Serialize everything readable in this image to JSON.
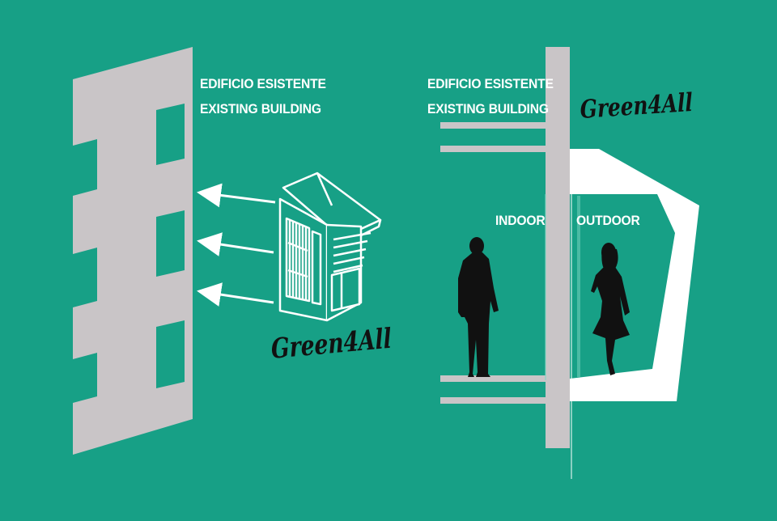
{
  "left_panel": {
    "building_label_it": "EDIFICIO ESISTENTE",
    "building_label_en": "EXISTING BUILDING",
    "brand": "Green4All"
  },
  "right_panel": {
    "building_label_it": "EDIFICIO ESISTENTE",
    "building_label_en": "EXISTING BUILDING",
    "brand": "Green4All",
    "indoor_label": "INDOOR",
    "outdoor_label": "OUTDOOR"
  },
  "colors": {
    "background": "#17a086",
    "building": "#c9c5c7",
    "module": "#ffffff",
    "silhouette": "#111111"
  },
  "icons": [
    "arrow-left-icon",
    "man-silhouette-icon",
    "woman-silhouette-icon"
  ]
}
